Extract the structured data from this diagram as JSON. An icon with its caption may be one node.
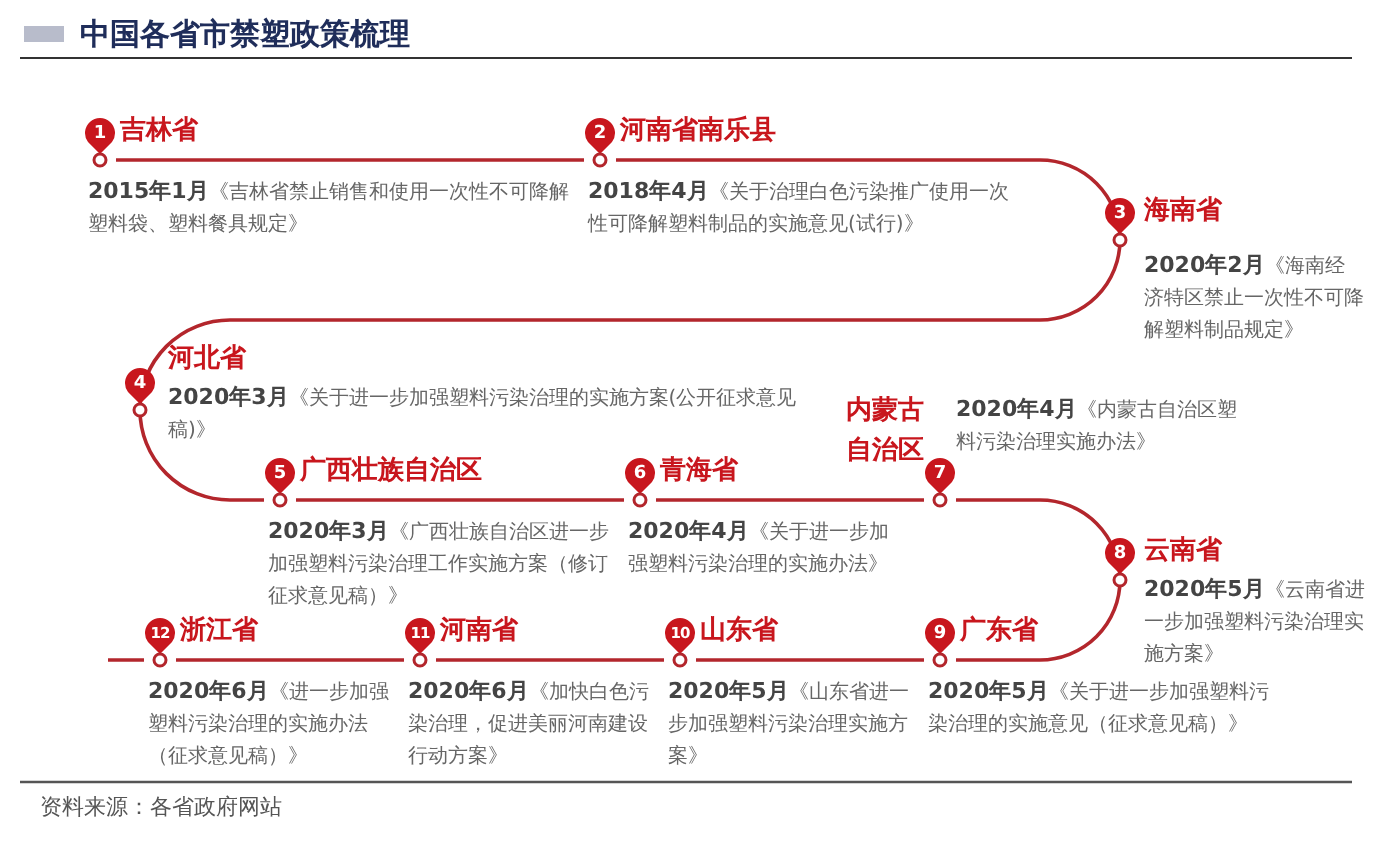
{
  "diagram": {
    "title": "中国各省市禁塑政策梳理",
    "nodes": [
      {
        "text": [
          "1"
        ],
        "beside": [
          "吉林省",
          "2015年1月",
          "《吉林省禁止销售和使用一次性不可降解塑料袋、塑料餐具规定》"
        ]
      },
      {
        "text": [
          "2"
        ],
        "beside": [
          "河南省南乐县",
          "2018年4月",
          "《关于治理白色污染推广使用一次性可降解塑料制品的实施意见(试行)》"
        ]
      },
      {
        "text": [
          "3"
        ],
        "beside": [
          "海南省",
          "2020年2月",
          "《海南经济特区禁止一次性不可降解塑料制品规定》"
        ]
      },
      {
        "text": [
          "4"
        ],
        "beside": [
          "河北省",
          "2020年3月",
          "《关于进一步加强塑料污染治理的实施方案(公开征求意见稿)》"
        ]
      },
      {
        "text": [
          "5"
        ],
        "beside": [
          "广西壮族自治区",
          "2020年3月",
          "《广西壮族自治区进一步加强塑料污染治理工作实施方案（修订征求意见稿）》"
        ]
      },
      {
        "text": [
          "6"
        ],
        "beside": [
          "青海省",
          "2020年4月",
          "《关于进一步加强塑料污染治理的实施办法》"
        ]
      },
      {
        "text": [
          "7"
        ],
        "beside": [
          "内蒙古自治区",
          "2020年4月",
          "《内蒙古自治区塑料污染治理实施办法》"
        ]
      },
      {
        "text": [
          "8"
        ],
        "beside": [
          "云南省",
          "2020年5月",
          "《云南省进一步加强塑料污染治理实施方案》"
        ]
      },
      {
        "text": [
          "9"
        ],
        "beside": [
          "广东省",
          "2020年5月",
          "《关于进一步加强塑料污染治理的实施意见（征求意见稿）》"
        ]
      },
      {
        "text": [
          "10"
        ],
        "beside": [
          "山东省",
          "2020年5月",
          "《山东省进一步加强塑料污染治理实施方案》"
        ]
      },
      {
        "text": [
          "11"
        ],
        "beside": [
          "河南省",
          "2020年6月",
          "《加快白色污染治理，促进美丽河南建设行动方案》"
        ]
      },
      {
        "text": [
          "12"
        ],
        "beside": [
          "浙江省",
          "2020年6月",
          "《进一步加强塑料污染治理的实施办法（征求意见稿）》"
        ]
      }
    ],
    "edges": [
      {
        "from": 0,
        "to": 1,
        "arrow": "none"
      },
      {
        "from": 1,
        "to": 2,
        "arrow": "none"
      },
      {
        "from": 2,
        "to": 3,
        "arrow": "none"
      },
      {
        "from": 3,
        "to": 4,
        "arrow": "none"
      },
      {
        "from": 4,
        "to": 5,
        "arrow": "none"
      },
      {
        "from": 5,
        "to": 6,
        "arrow": "none"
      },
      {
        "from": 6,
        "to": 7,
        "arrow": "none"
      },
      {
        "from": 7,
        "to": 8,
        "arrow": "none"
      },
      {
        "from": 8,
        "to": 9,
        "arrow": "none"
      },
      {
        "from": 9,
        "to": 10,
        "arrow": "none"
      },
      {
        "from": 10,
        "to": 11,
        "arrow": "none"
      }
    ],
    "labels": [
      "资料来源：各省政府网站"
    ]
  }
}
